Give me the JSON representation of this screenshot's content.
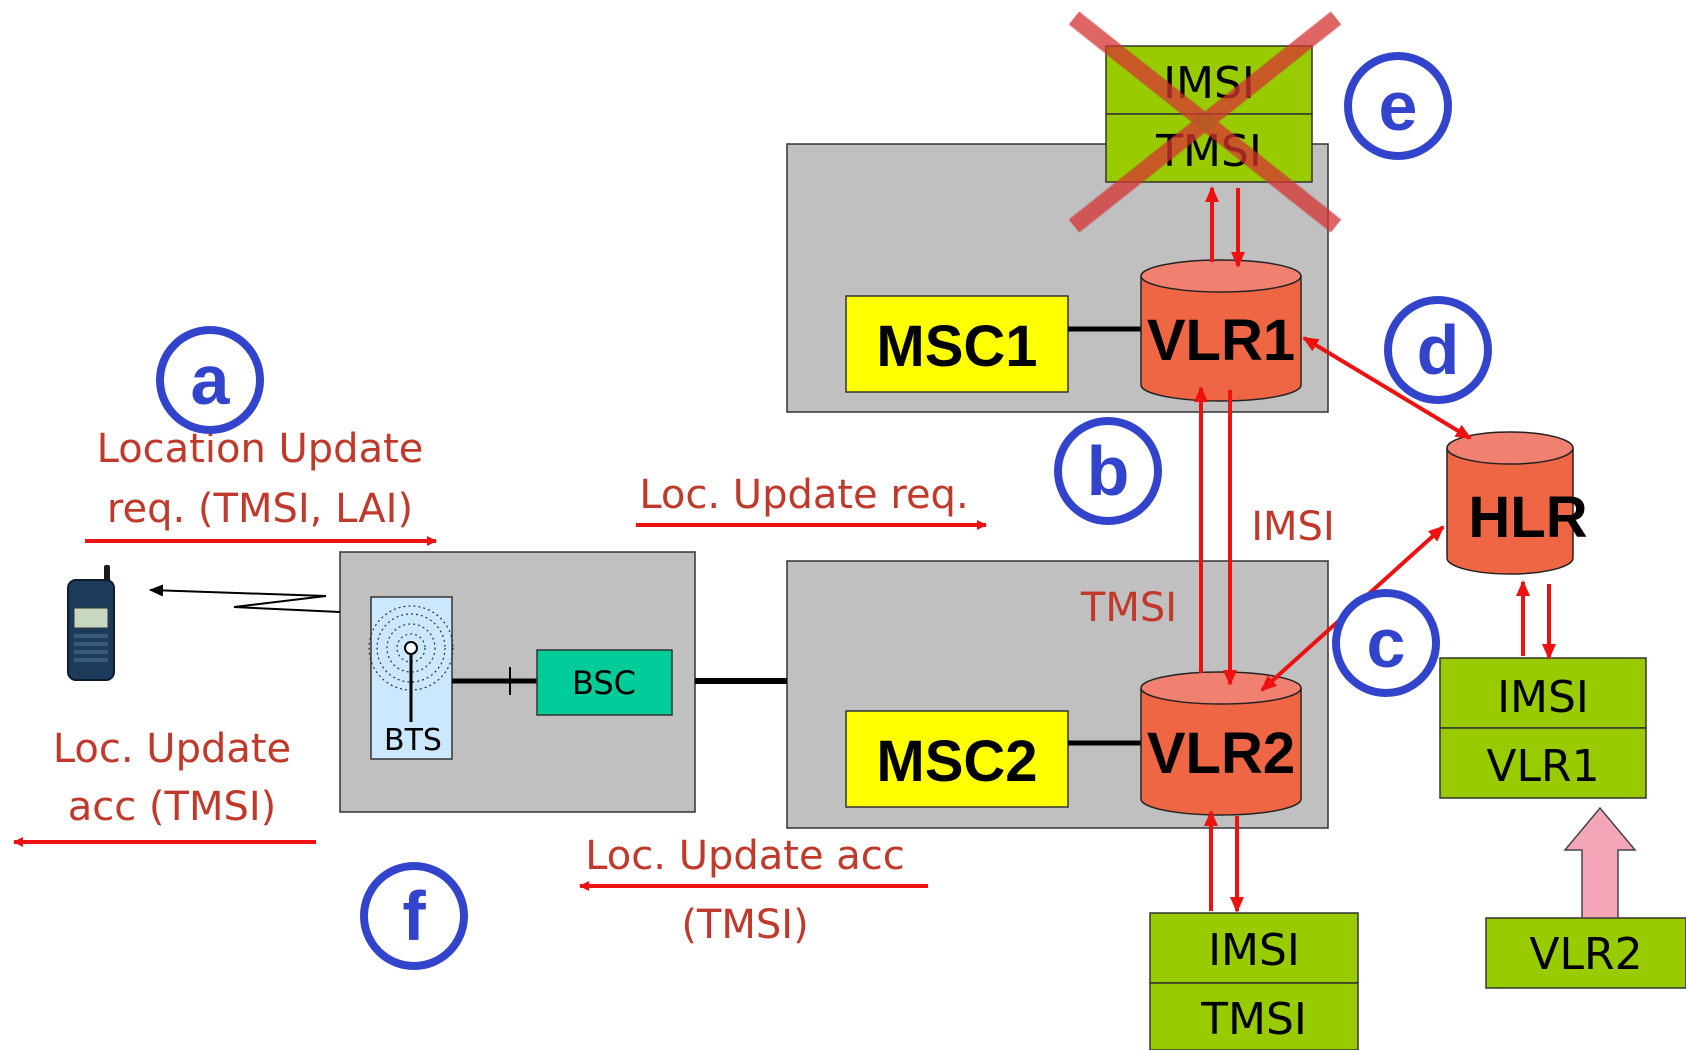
{
  "nodes": {
    "msc1": "MSC1",
    "vlr1": "VLR1",
    "msc2": "MSC2",
    "vlr2": "VLR2",
    "hlr": "HLR",
    "bts": "BTS",
    "bsc": "BSC"
  },
  "records": {
    "old_vlr": [
      "IMSI",
      "TMSI"
    ],
    "new_vlr": [
      "IMSI",
      "TMSI"
    ],
    "hlr_record": [
      "IMSI",
      "VLR1"
    ],
    "hlr_update": "VLR2"
  },
  "messages": {
    "ms_req_line1": "Location Update",
    "ms_req_line2": "req. (TMSI, LAI)",
    "bss_req": "Loc. Update req.",
    "ms_acc_line1": "Loc. Update",
    "ms_acc_line2": "acc (TMSI)",
    "msc_acc_line1": "Loc. Update acc",
    "msc_acc_line2": "(TMSI)",
    "imsi": "IMSI",
    "tmsi": "TMSI"
  },
  "steps": [
    "a",
    "b",
    "c",
    "d",
    "e",
    "f"
  ],
  "colors": {
    "arrow": "#ee1111",
    "label": "#c0392b",
    "step": "#3344cc",
    "yellow": "#ffff00",
    "vlr": "#ee6644",
    "record": "#99cc00",
    "bsc": "#00cc99",
    "bts": "#cce8ff",
    "box": "#c0c0c0"
  }
}
